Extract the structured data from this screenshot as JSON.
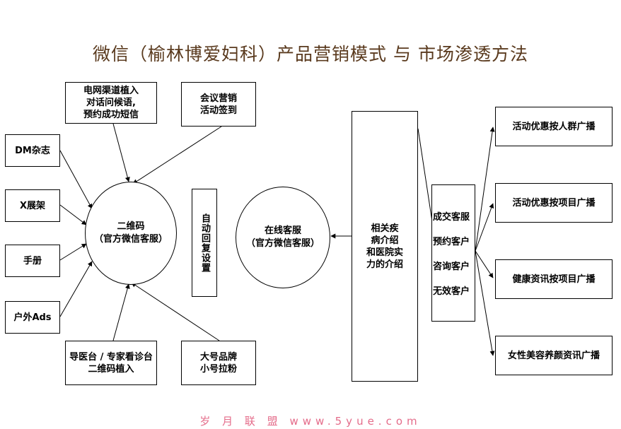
{
  "title": "微信（榆林博爱妇科）产品营销模式 与 市场渗透方法",
  "sources_left": [
    "DM杂志",
    "X展架",
    "手册",
    "户外Ads"
  ],
  "sources_top": [
    "电网渠道植入\n对话问候语,\n预约成功短信",
    "会议营销\n活动签到"
  ],
  "sources_bottom": [
    "导医台 / 专家看诊台\n二维码植入",
    "大号品牌\n小号拉粉"
  ],
  "qrcode_node": "二维码\n（官方微信客服）",
  "auto_reply": "自动回复设置",
  "online_service": "在线客服\n（官方微信客服）",
  "intro_box": "相关疾\n病介绍\n和医院实\n力的介绍",
  "customer_types": [
    "成交客服",
    "预约客户",
    "咨询客户",
    "无效客户"
  ],
  "broadcasts": [
    "活动优惠按人群广播",
    "活动优惠按项目广播",
    "健康资讯按项目广播",
    "女性美容养颜资讯广播"
  ],
  "footer": "岁 月 联 盟  www.5yue.com"
}
